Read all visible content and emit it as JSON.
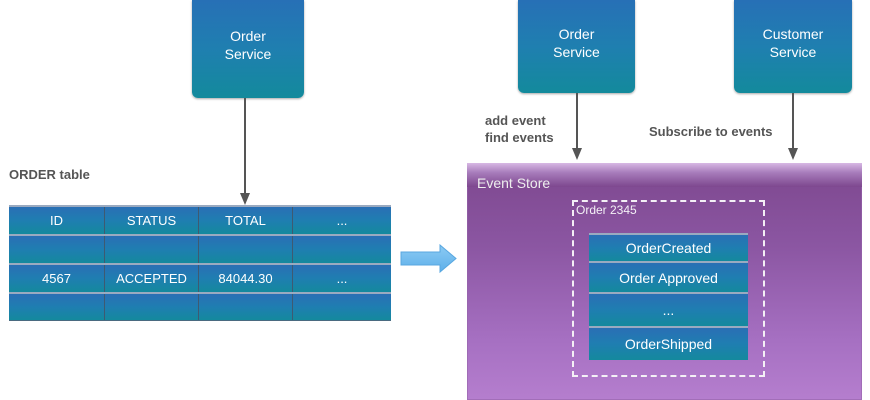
{
  "left": {
    "service": {
      "line1": "Order",
      "line2": "Service"
    },
    "table_title": "ORDER table",
    "table": {
      "columns": [
        "ID",
        "STATUS",
        "TOTAL",
        "..."
      ],
      "rows": [
        [
          "",
          "",
          "",
          ""
        ],
        [
          "4567",
          "ACCEPTED",
          "84044.30",
          "..."
        ],
        [
          "",
          "",
          "",
          ""
        ]
      ]
    }
  },
  "right": {
    "order_service": {
      "line1": "Order",
      "line2": "Service"
    },
    "customer_service": {
      "line1": "Customer",
      "line2": "Service"
    },
    "order_arrow_label": {
      "line1": "add event",
      "line2": "find events"
    },
    "customer_arrow_label": "Subscribe to events",
    "event_store": {
      "title": "Event Store",
      "aggregate_title": "Order 2345",
      "events": [
        "OrderCreated",
        "Order Approved",
        "...",
        "OrderShipped"
      ]
    }
  },
  "colors": {
    "service_blue": "#2770b6",
    "service_teal": "#138a9c",
    "event_store_purple": "#8b56a2",
    "arrow_blue": "#6bbbef",
    "connector_gray": "#555555"
  }
}
